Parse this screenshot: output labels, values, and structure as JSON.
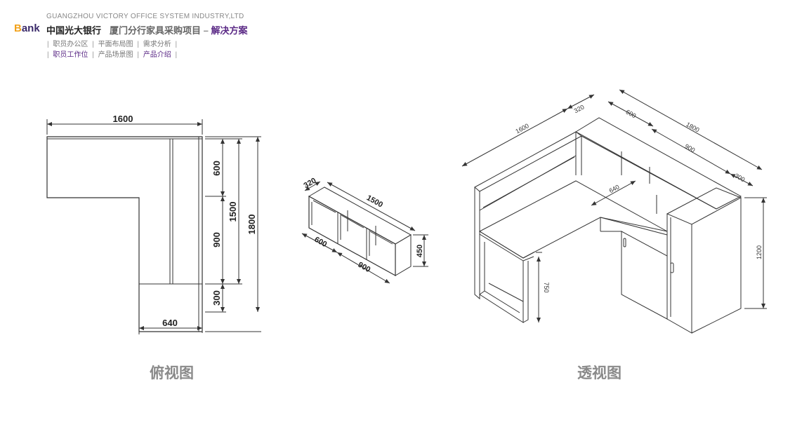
{
  "header": {
    "company": "GUANGZHOU VICTORY OFFICE SYSTEM INDUSTRY,LTD",
    "logo_b": "B",
    "logo_rest": "ank",
    "bank_name": "中国光大银行",
    "project": "厦门分行家具采购项目",
    "dash": " – ",
    "solution": "解决方案",
    "nav_row1": [
      "职员办公区",
      "平面布局图",
      "需求分析"
    ],
    "nav_row2": [
      "职员工作位",
      "产品场景图",
      "产品介绍"
    ],
    "separator": "|"
  },
  "top_view": {
    "caption": "俯视图",
    "dims": {
      "width": "1600",
      "d600": "600",
      "d900": "900",
      "d300": "300",
      "d1500": "1500",
      "d1800": "1800",
      "d640": "640"
    }
  },
  "shelf_view": {
    "dims": {
      "d320": "320",
      "d1500": "1500",
      "d600": "600",
      "d900": "900",
      "d450": "450"
    }
  },
  "perspective_view": {
    "caption": "透视图",
    "dims": {
      "d1600": "1600",
      "d320": "320",
      "d600": "600",
      "d1800": "1800",
      "d900": "900",
      "d300": "300",
      "d640": "640",
      "d750": "750",
      "d1200": "1200"
    }
  },
  "colors": {
    "line": "#333333",
    "caption": "#8a8a8a",
    "accent": "#5b2a86",
    "logo_b": "#f2a21b"
  }
}
